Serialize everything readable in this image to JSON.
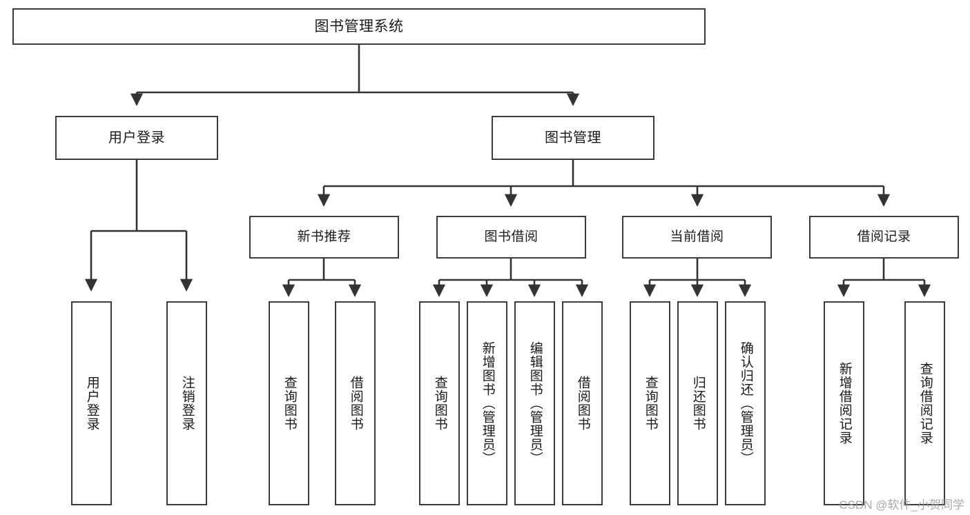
{
  "diagram": {
    "title": "图书管理系统",
    "type": "tree-hierarchy",
    "watermark": "CSDN @软件_小贺同学",
    "colors": {
      "box_border": "#3a3a3a",
      "box_fill": "#ffffff",
      "connector": "#333333",
      "text": "#1a1a1a",
      "watermark": "#9a9a9a"
    },
    "root": {
      "label": "图书管理系统"
    },
    "level2": [
      {
        "label": "用户登录"
      },
      {
        "label": "图书管理"
      }
    ],
    "level3": [
      {
        "label": "新书推荐"
      },
      {
        "label": "图书借阅"
      },
      {
        "label": "当前借阅"
      },
      {
        "label": "借阅记录"
      }
    ],
    "leaves": {
      "user_login": [
        {
          "label": "用户登录"
        },
        {
          "label": "注销登录"
        }
      ],
      "new_book_recommend": [
        {
          "label": "查询图书"
        },
        {
          "label": "借阅图书"
        }
      ],
      "book_borrow": [
        {
          "label": "查询图书"
        },
        {
          "label": "新增图书（管理员）"
        },
        {
          "label": "编辑图书（管理员）"
        },
        {
          "label": "借阅图书"
        }
      ],
      "current_borrow": [
        {
          "label": "查询图书"
        },
        {
          "label": "归还图书"
        },
        {
          "label": "确认归还（管理员）"
        }
      ],
      "borrow_record": [
        {
          "label": "新增借阅记录"
        },
        {
          "label": "查询借阅记录"
        }
      ]
    }
  }
}
